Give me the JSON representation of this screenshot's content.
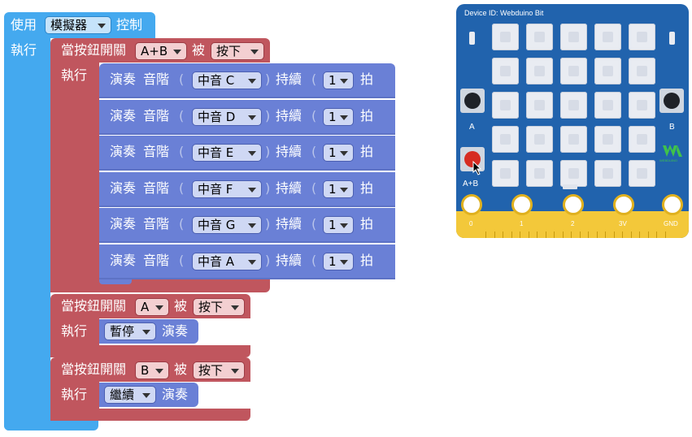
{
  "control_block": {
    "prefix": "使用",
    "device": "模擬器",
    "suffix": "控制",
    "exec_label": "執行"
  },
  "event1": {
    "when_label": "當按鈕開關",
    "button": "A+B",
    "by_label": "被",
    "action": "按下",
    "exec_label": "執行"
  },
  "notes": [
    {
      "play_label": "演奏",
      "tone_label": "音階",
      "note": "中音 C",
      "duration_label": "持續",
      "beats": "1",
      "beat_label": "拍"
    },
    {
      "play_label": "演奏",
      "tone_label": "音階",
      "note": "中音 D",
      "duration_label": "持續",
      "beats": "1",
      "beat_label": "拍"
    },
    {
      "play_label": "演奏",
      "tone_label": "音階",
      "note": "中音 E",
      "duration_label": "持續",
      "beats": "1",
      "beat_label": "拍"
    },
    {
      "play_label": "演奏",
      "tone_label": "音階",
      "note": "中音 F",
      "duration_label": "持續",
      "beats": "1",
      "beat_label": "拍"
    },
    {
      "play_label": "演奏",
      "tone_label": "音階",
      "note": "中音 G",
      "duration_label": "持續",
      "beats": "1",
      "beat_label": "拍"
    },
    {
      "play_label": "演奏",
      "tone_label": "音階",
      "note": "中音 A",
      "duration_label": "持續",
      "beats": "1",
      "beat_label": "拍"
    }
  ],
  "event2": {
    "when_label": "當按鈕開關",
    "button": "A",
    "by_label": "被",
    "action": "按下",
    "exec_label": "執行",
    "cmd": "暫停",
    "cmd_suffix": "演奏"
  },
  "event3": {
    "when_label": "當按鈕開關",
    "button": "B",
    "by_label": "被",
    "action": "按下",
    "exec_label": "執行",
    "cmd": "繼續",
    "cmd_suffix": "演奏"
  },
  "board": {
    "title": "Device ID: Webduino Bit",
    "btn_a": "A",
    "btn_b": "B",
    "btn_ab": "A+B",
    "pins": [
      "0",
      "1",
      "2",
      "3V",
      "GND"
    ],
    "logo_text": "WEBDUINO",
    "led_color": "#e9ecf2",
    "board_color": "#2163ad",
    "edge_color": "#f3c83a",
    "pressed_color": "#d62c22"
  }
}
